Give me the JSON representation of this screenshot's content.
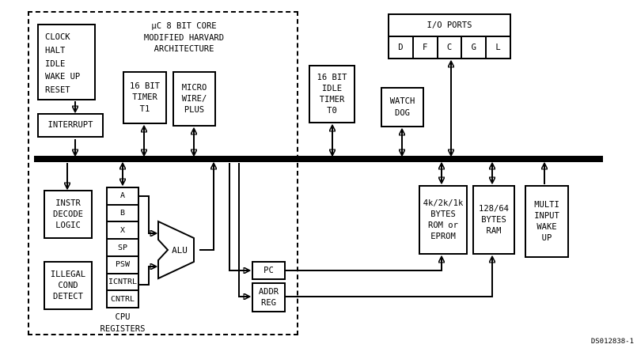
{
  "diagram": {
    "core": {
      "title": "μC 8 BIT CORE\nMODIFIED HARVARD\nARCHITECTURE"
    },
    "blocks": {
      "clock": "CLOCK\nHALT\nIDLE\nWAKE UP\nRESET",
      "interrupt": "INTERRUPT",
      "timer_t1": "16 BIT\nTIMER\nT1",
      "microwire": "MICRO\nWIRE/\nPLUS",
      "idle_timer_t0": "16 BIT\nIDLE\nTIMER\nT0",
      "watchdog": "WATCH\nDOG",
      "instr_decode": "INSTR\nDECODE\nLOGIC",
      "illegal_cond": "ILLEGAL\nCOND\nDETECT",
      "alu": "ALU",
      "pc": "PC",
      "addr_reg": "ADDR\nREG",
      "rom": "4k/2k/1k\nBYTES\nROM or\nEPROM",
      "ram": "128/64\nBYTES\nRAM",
      "wakeup": "MULTI\nINPUT\nWAKE\nUP"
    },
    "io_ports": {
      "title": "I/O PORTS",
      "ports": [
        "D",
        "F",
        "C",
        "G",
        "L"
      ]
    },
    "cpu_registers": {
      "label": "CPU\nREGISTERS",
      "registers": [
        "A",
        "B",
        "X",
        "SP",
        "PSW",
        "ICNTRL",
        "CNTRL"
      ]
    },
    "footnote": "DS012838-1"
  }
}
